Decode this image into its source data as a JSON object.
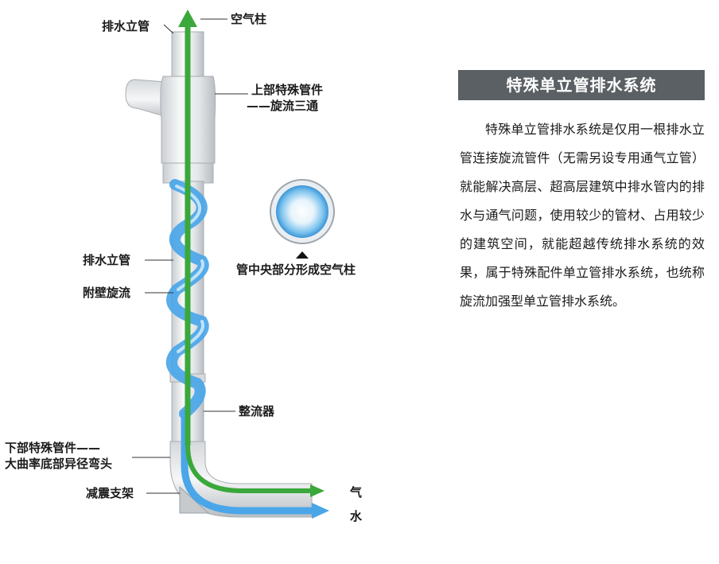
{
  "title": "特殊单立管排水系统",
  "description": "特殊单立管排水系统是仅用一根排水立管连接旋流管件（无需另设专用通气立管）就能解决高层、超高层建筑中排水管内的排水与通气问题，使用较少的管材、占用较少的建筑空间，就能超越传统排水系统的效果，属于特殊配件单立管排水系统，也统称旋流加强型单立管排水系统。",
  "labels": {
    "drain_pipe_top": "排水立管",
    "air_column_top": "空气柱",
    "upper_fitting_1": "上部特殊管件",
    "upper_fitting_2": "——旋流三通",
    "drain_pipe_mid": "排水立管",
    "wall_swirl": "附壁旋流",
    "center_air": "管中央部分形成空气柱",
    "rectifier": "整流器",
    "lower_fitting_1": "下部特殊管件——",
    "lower_fitting_2": "大曲率底部异径弯头",
    "damping_support": "减震支架",
    "air_out": "气",
    "water_out": "水"
  },
  "colors": {
    "air_arrow": "#3aa83a",
    "water_flow": "#4aa6e8",
    "pipe": "#e8eaec",
    "title_bg": "#5a6064"
  }
}
